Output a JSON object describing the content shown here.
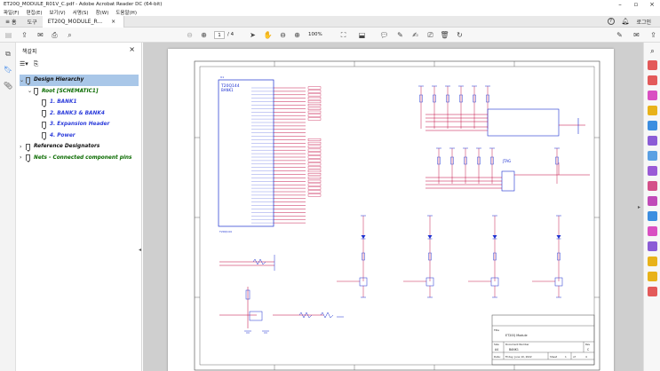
{
  "window": {
    "title": "ET20Q_MODULE_R01V_C.pdf - Adobe Acrobat Reader DC (64-bit)",
    "controls": [
      "–",
      "▫",
      "×"
    ]
  },
  "menu": [
    "파일(F)",
    "편집(E)",
    "보기(V)",
    "서명(S)",
    "창(W)",
    "도움말(H)"
  ],
  "tabs": {
    "home": "홈",
    "tools": "도구",
    "document": "ET20Q_MODULE_R...",
    "login": "로그인"
  },
  "toolbar": {
    "page_current": "1",
    "page_total": "/ 4",
    "zoom": "100%"
  },
  "panel": {
    "title": "책갈피",
    "bookmarks": [
      {
        "label": "Design Hierarchy",
        "color": "#111111",
        "indent": 0,
        "expanded": true
      },
      {
        "label": "Root [SCHEMATIC1]",
        "color": "#0a6b00",
        "indent": 1,
        "expanded": true
      },
      {
        "label": "1. BANK1",
        "color": "#2d3ddb",
        "indent": 2
      },
      {
        "label": "2. BANK3 & BANK4",
        "color": "#2d3ddb",
        "indent": 2
      },
      {
        "label": "3. Expansion Header",
        "color": "#2d3ddb",
        "indent": 2
      },
      {
        "label": "4. Power",
        "color": "#2d3ddb",
        "indent": 2
      },
      {
        "label": "Reference Designators",
        "color": "#111111",
        "indent": 0,
        "expanded": false
      },
      {
        "label": "Nets - Connected component pins",
        "color": "#0a6b00",
        "indent": 0,
        "expanded": false
      }
    ]
  },
  "schematic": {
    "ic_name": "T20Q144",
    "ic_bank": "BANK1",
    "ic_footer": "T20Q144",
    "jtag_label": "JTAG",
    "title_block": {
      "title_label": "Title",
      "title": "ET20Q Module",
      "size_label": "Size",
      "size": "A4",
      "doc_label": "Document Number",
      "doc": "BANK1",
      "rev_label": "Rev",
      "rev": "C",
      "date_label": "Date:",
      "date": "Friday, June 10, 2022",
      "sheet_label": "Sheet",
      "sheet": "1",
      "of_label": "of",
      "of": "4"
    }
  },
  "colors": {
    "accent": "#1a73e8",
    "wire_red": "#c0003a",
    "wire_blue": "#1b2fd0",
    "selected": "#a9c7e8"
  }
}
